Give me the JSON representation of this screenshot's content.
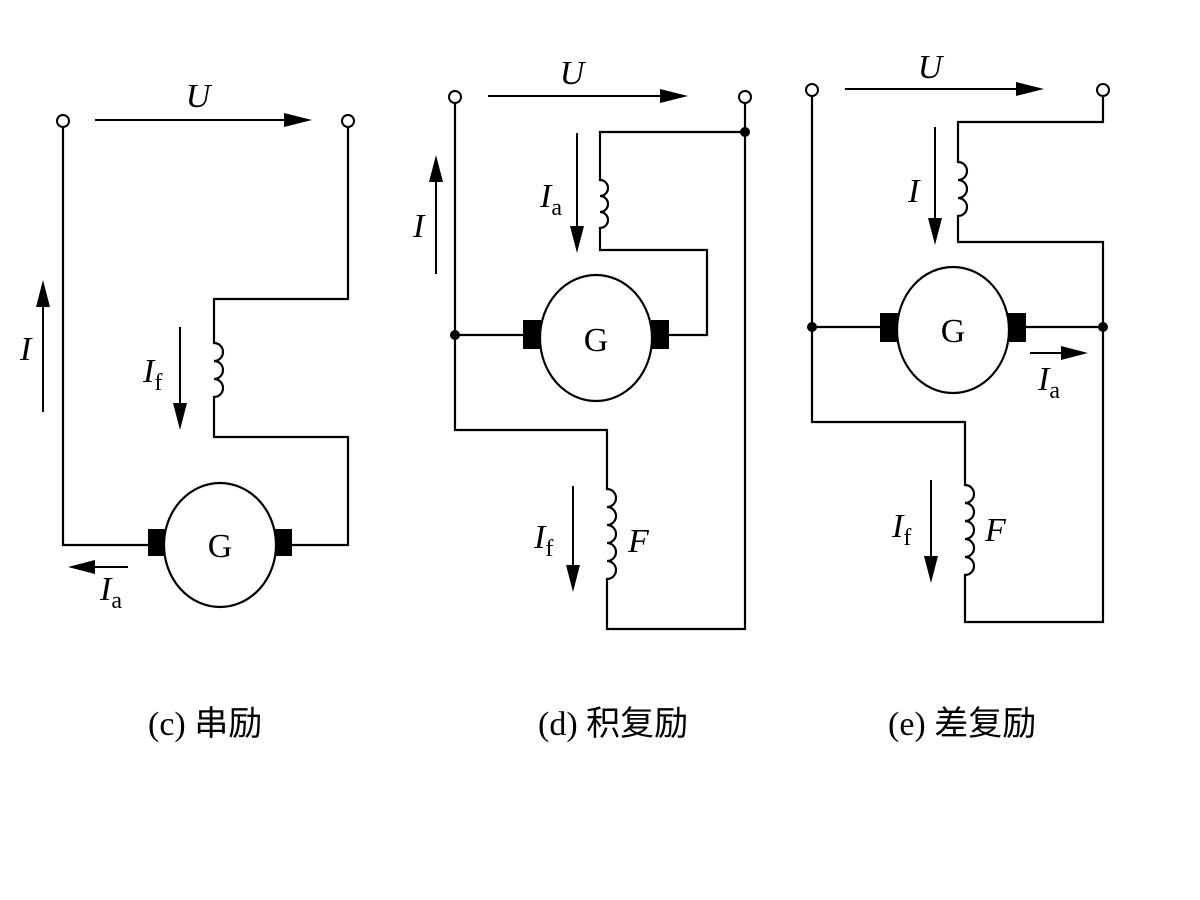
{
  "diagrams": {
    "c": {
      "caption": "(c) 串励",
      "voltage": "U",
      "current": "I",
      "armature_current": "I",
      "armature_sub": "a",
      "field_current": "I",
      "field_sub": "f",
      "machine": "G"
    },
    "d": {
      "caption": "(d) 积复励",
      "voltage": "U",
      "current": "I",
      "armature_current": "I",
      "armature_sub": "a",
      "field_current": "I",
      "field_sub": "f",
      "field_winding": "F",
      "machine": "G"
    },
    "e": {
      "caption": "(e) 差复励",
      "voltage": "U",
      "current": "I",
      "armature_current": "I",
      "armature_sub": "a",
      "field_current": "I",
      "field_sub": "f",
      "field_winding": "F",
      "machine": "G"
    }
  }
}
